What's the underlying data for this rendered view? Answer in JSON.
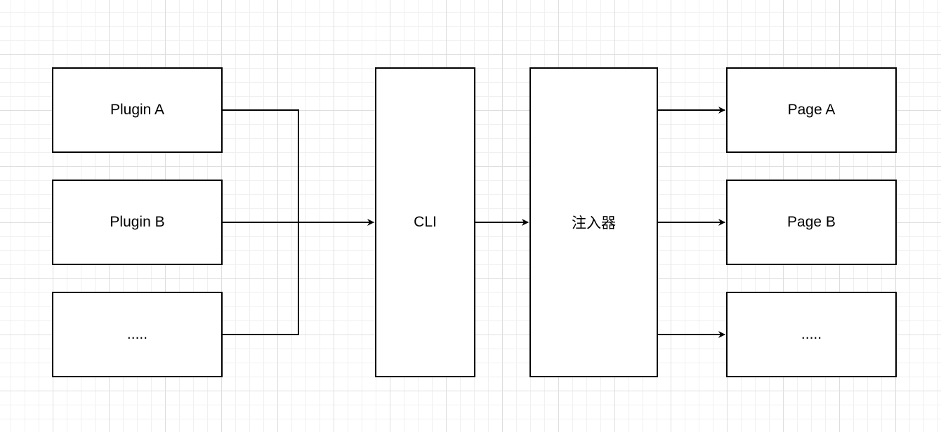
{
  "diagram": {
    "nodes": {
      "plugin_a": "Plugin A",
      "plugin_b": "Plugin B",
      "plugin_more": ".....",
      "cli": "CLI",
      "injector": "注入器",
      "page_a": "Page A",
      "page_b": "Page B",
      "page_more": "....."
    },
    "edges": [
      {
        "from": "plugin_a",
        "to": "cli"
      },
      {
        "from": "plugin_b",
        "to": "cli"
      },
      {
        "from": "plugin_more",
        "to": "cli"
      },
      {
        "from": "cli",
        "to": "injector"
      },
      {
        "from": "injector",
        "to": "page_a"
      },
      {
        "from": "injector",
        "to": "page_b"
      },
      {
        "from": "injector",
        "to": "page_more"
      }
    ],
    "colors": {
      "stroke": "#000000",
      "fill": "#ffffff",
      "grid": "#dedede"
    }
  }
}
